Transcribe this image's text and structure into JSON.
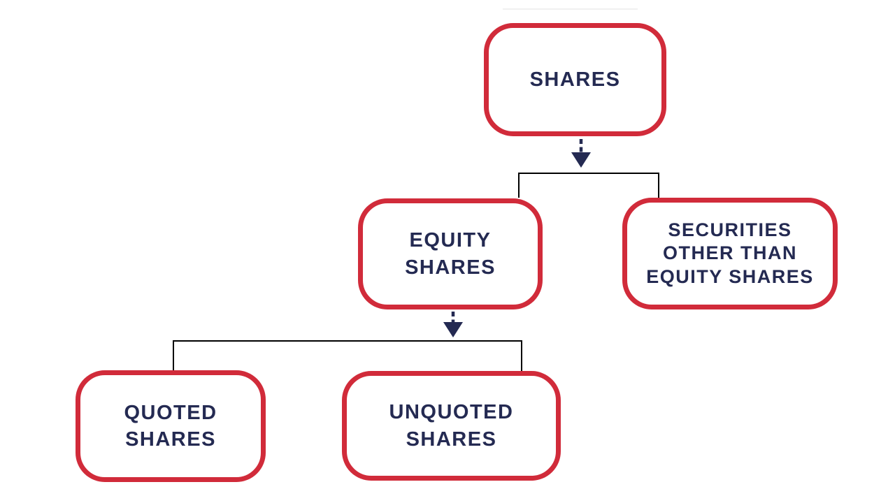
{
  "diagram": {
    "type": "flowchart",
    "background": "#ffffff",
    "colors": {
      "node_border": "#d12b3a",
      "node_fill": "#ffffff",
      "label_text": "#242a52",
      "connector_line": "#000000",
      "arrow": "#242a52"
    },
    "nodes": [
      {
        "id": "shares",
        "label": "SHARES"
      },
      {
        "id": "equity-shares",
        "label": "EQUITY\nSHARES"
      },
      {
        "id": "securities-other-than-equity-shares",
        "label": "SECURITIES\nOTHER THAN\nEQUITY SHARES"
      },
      {
        "id": "quoted-shares",
        "label": "QUOTED\nSHARES"
      },
      {
        "id": "unquoted-shares",
        "label": "UNQUOTED\nSHARES"
      }
    ],
    "edges": [
      {
        "from": "shares",
        "to": [
          "equity-shares",
          "securities-other-than-equity-shares"
        ],
        "style": "dashed-arrow-to-bracket"
      },
      {
        "from": "equity-shares",
        "to": [
          "quoted-shares",
          "unquoted-shares"
        ],
        "style": "dashed-arrow-to-bracket"
      }
    ]
  }
}
